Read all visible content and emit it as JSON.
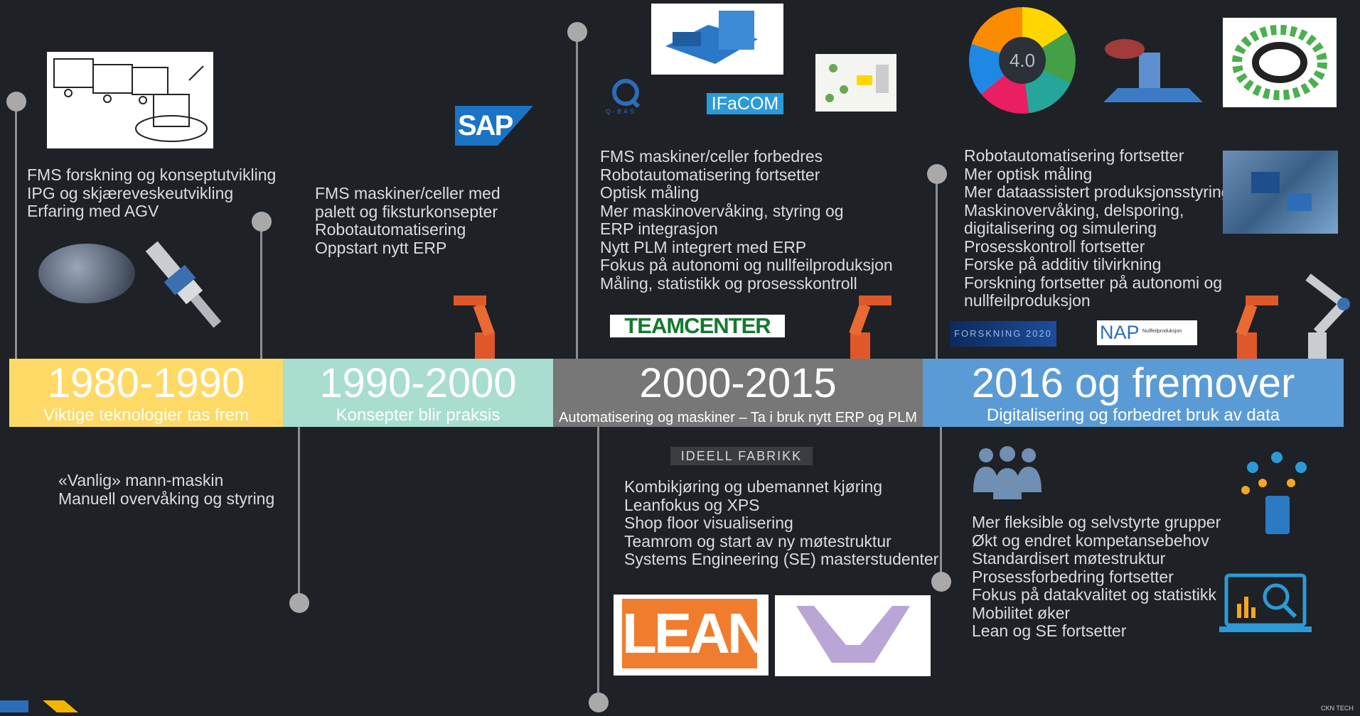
{
  "timeline": [
    {
      "years": "1980-1990",
      "subtitle": "Viktige teknologier tas frem",
      "color": "#ffd966"
    },
    {
      "years": "1990-2000",
      "subtitle": "Konsepter blir praksis",
      "color": "#a8ddcf"
    },
    {
      "years": "2000-2015",
      "subtitle": "Automatisering og maskiner – Ta i bruk nytt ERP og PLM",
      "color": "#777777"
    },
    {
      "years": "2016 og fremover",
      "subtitle": "Digitalisering og forbedret bruk av data",
      "color": "#5b9bd5"
    }
  ],
  "above": {
    "p1": "FMS forskning og konseptutvikling\nIPG og skjæreveskeutvikling\nErfaring med AGV",
    "p2": "FMS maskiner/celler med\npalett og fiksturkonsepter\nRobotautomatisering\nOppstart nytt ERP",
    "p3": "FMS maskiner/celler forbedres\nRobotautomatisering fortsetter\nOptisk måling\nMer maskinovervåking, styring og\nERP integrasjon\nNytt PLM integrert med ERP\nFokus på autonomi og nullfeilproduksjon\nMåling, statistikk og prosesskontroll",
    "p4": "Robotautomatisering fortsetter\nMer optisk måling\nMer dataassistert produksjonsstyring\nMaskinovervåking, delsporing,\ndigitalisering og simulering\nProsesskontroll fortsetter\nForske på additiv tilvirkning\nForskning fortsetter på autonomi og\nnullfeilproduksjon"
  },
  "below": {
    "p1": "«Vanlig» mann-maskin\nManuell overvåking og styring",
    "p3": "Kombikjøring og ubemannet kjøring\nLeanfokus og XPS\nShop floor visualisering\nTeamrom og start av ny møtestruktur\nSystems Engineering (SE) masterstudenter",
    "p4": "Mer fleksible og selvstyrte grupper\nØkt og endret kompetansebehov\nStandardisert møtestruktur\nProsessforbedring fortsetter\nFokus på datakvalitet og statistikk\nMobilitet øker\nLean og SE fortsetter"
  },
  "logos": {
    "sap": "SAP",
    "qbas": "Q-BAS",
    "ifacom": "IFaCOM",
    "teamcenter": "TEAMCENTER",
    "ideell": "IDEELL FABRIKK",
    "lean": "LEAN",
    "nap": "NAP",
    "nap_sub": "Nullfeilproduksjon",
    "forskning": "FORSKNING 2020",
    "i40": "4.0",
    "footer": "CKN TECH"
  }
}
